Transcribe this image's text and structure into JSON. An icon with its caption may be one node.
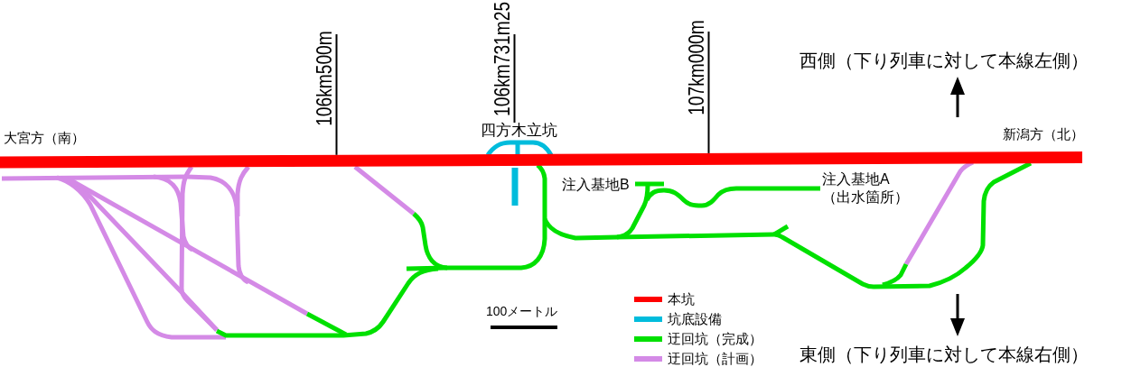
{
  "diagram": {
    "nodes": [
      {
        "text": [
          "106km500m"
        ]
      },
      {
        "text": [
          "106km731m25"
        ]
      },
      {
        "text": [
          "107km000m"
        ]
      },
      {
        "text": [
          "四方木立坑"
        ]
      },
      {
        "text": [],
        "shape": "bar"
      }
    ],
    "edges": [
      {
        "from": 0,
        "to": 4,
        "arrow": "none"
      },
      {
        "from": 1,
        "to": 3,
        "arrow": "none"
      },
      {
        "from": 2,
        "to": 4,
        "arrow": "none"
      }
    ],
    "labels": [
      "西側（下り列車に対して本線左側）",
      "大宮方（南）",
      "新潟方（北）",
      "注入基地B",
      "注入基地A（出水箇所）",
      "100メートル",
      "東側（下り列車に対して本線右側）"
    ],
    "legend": [
      {
        "text": "本坑",
        "color": "#ff0000"
      },
      {
        "text": "坑底設備",
        "color": "#00bcdc"
      },
      {
        "text": "迂回坑（完成）",
        "color": "#00e000"
      },
      {
        "text": "迂回坑（計画）",
        "color": "#d48ae6"
      }
    ]
  }
}
